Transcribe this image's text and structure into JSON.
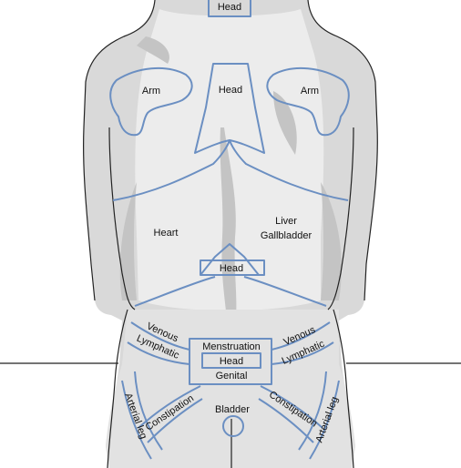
{
  "labels": {
    "head_top": "Head",
    "head_upper": "Head",
    "arm_left": "Arm",
    "arm_right": "Arm",
    "heart": "Heart",
    "liver": "Liver",
    "gallbladder": "Gallbladder",
    "head_mid": "Head",
    "venous_left": "Venous",
    "lymphatic_left": "Lymphatic",
    "venous_right": "Venous",
    "lymphatic_right": "Lymphatic",
    "menstruation": "Menstruation",
    "head_low": "Head",
    "genital": "Genital",
    "constipation_left": "Constipation",
    "constipation_right": "Constipation",
    "arterial_leg_left": "Arterial leg",
    "arterial_leg_right": "Arterial leg",
    "bladder": "Bladder"
  },
  "colors": {
    "zone_stroke": "#6b8fc2",
    "skin": "#d9d9d9",
    "shadow": "#c4c4c4",
    "outline": "#222222"
  }
}
